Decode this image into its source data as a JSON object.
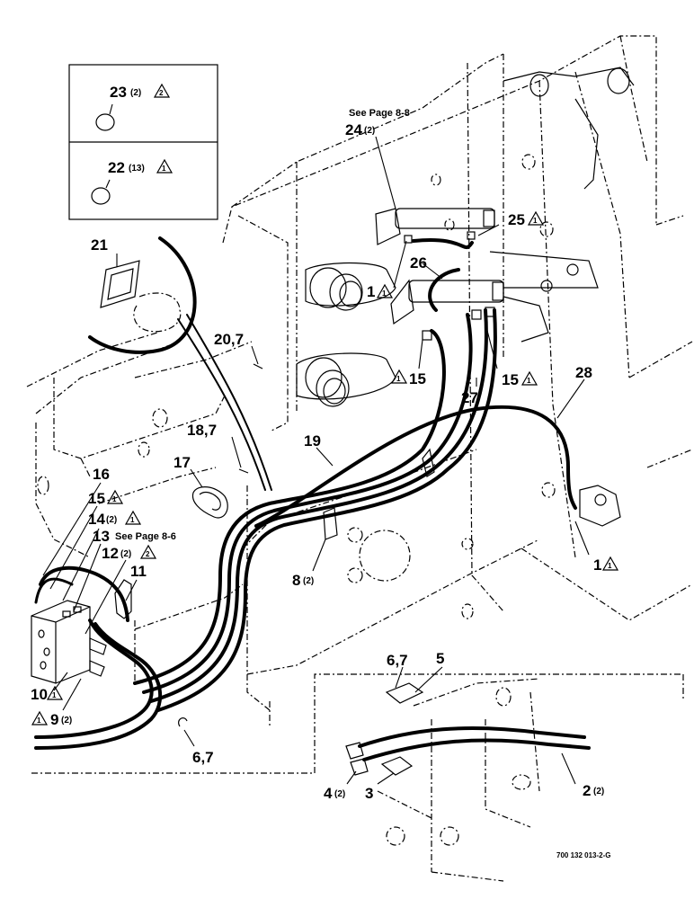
{
  "callouts": {
    "c23": "23",
    "c23q": "(2)",
    "c23n": "2",
    "c22": "22",
    "c22q": "(13)",
    "c22n": "1",
    "c24": "24",
    "c24q": "(2)",
    "see88": "See Page 8-8",
    "c25": "25",
    "c25n": "1",
    "c26": "26",
    "c1a": "1",
    "c1an": "1",
    "c21": "21",
    "c20": "20,7",
    "c15a": "15",
    "c15an": "1",
    "c15b": "15",
    "c15bn": "1",
    "c27": "27",
    "c28": "28",
    "c18": "18,7",
    "c19": "19",
    "c17": "17",
    "c16": "16",
    "c15c": "15",
    "c15cn": "1",
    "c14": "14",
    "c14q": "(2)",
    "c14n": "1",
    "c13": "13",
    "see86": "See Page 8-6",
    "c12": "12",
    "c12q": "(2)",
    "c12n": "2",
    "c11": "11",
    "c8": "8",
    "c8q": "(2)",
    "c1b": "1",
    "c1bn": "1",
    "c67a": "6,7",
    "c5": "5",
    "c10": "10",
    "c10n": "1",
    "c9": "9",
    "c9q": "(2)",
    "c9n": "1",
    "c67b": "6,7",
    "c4": "4",
    "c4q": "(2)",
    "c3": "3",
    "c2": "2",
    "c2q": "(2)",
    "figno": "700 132 013-2-G"
  }
}
